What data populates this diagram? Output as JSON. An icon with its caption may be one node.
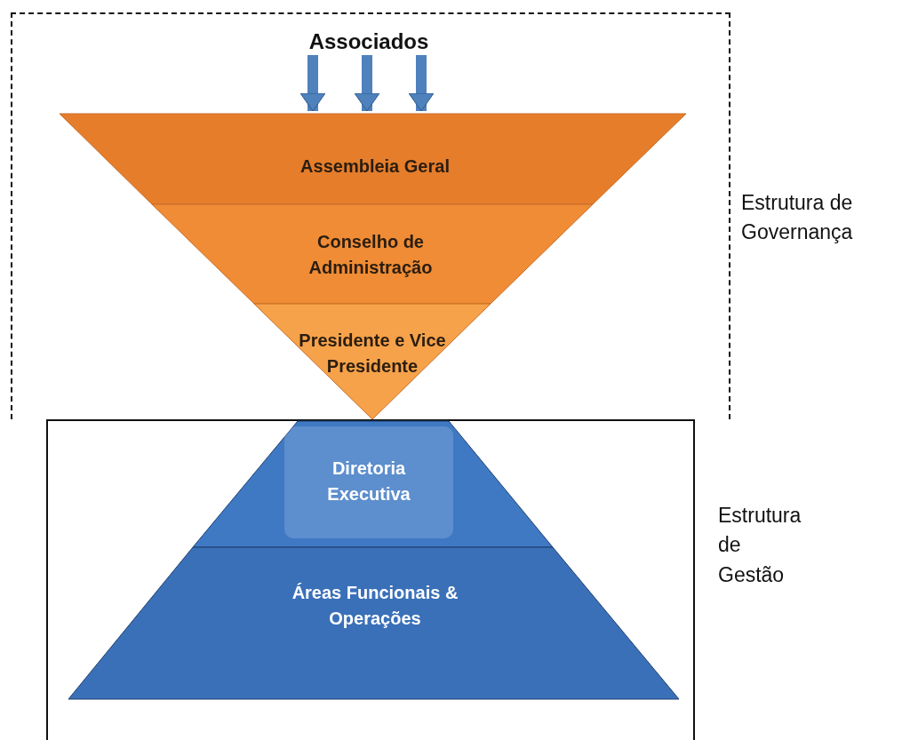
{
  "diagram": {
    "nodes": [
      {
        "text": [
          "Estrutura de Governança"
        ]
      },
      {
        "text": [
          "Associados"
        ],
        "in": 0
      },
      {
        "text": [
          "Assembleia Geral"
        ],
        "in": 0
      },
      {
        "text": [
          "Conselho de Administração"
        ],
        "in": 0
      },
      {
        "text": [
          "Presidente e Vice Presidente"
        ],
        "in": 0
      },
      {
        "text": [
          "Estrutura de Gestão"
        ]
      },
      {
        "text": [
          "Diretoria Executiva"
        ],
        "in": 5
      },
      {
        "text": [
          "Áreas Funcionais & Operações"
        ],
        "in": 5
      }
    ],
    "edges": [
      {
        "from": 1,
        "to": 2,
        "arrow": "to"
      },
      {
        "from": 1,
        "to": 2,
        "arrow": "to"
      },
      {
        "from": 1,
        "to": 2,
        "arrow": "to"
      }
    ]
  }
}
